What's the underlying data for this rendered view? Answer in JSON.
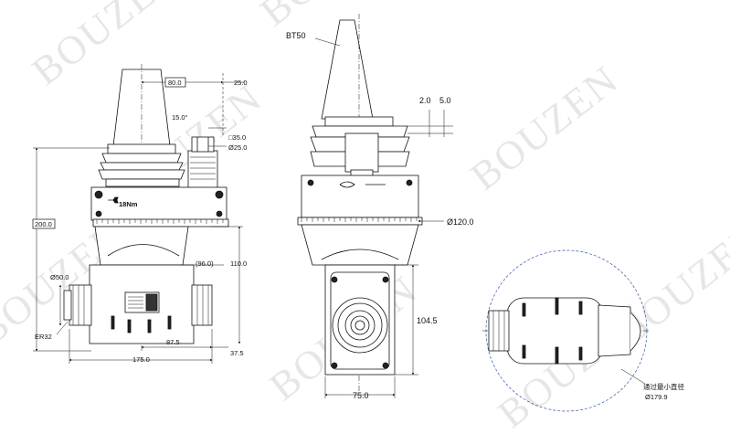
{
  "watermark": {
    "text": "BOUZEN"
  },
  "side_view": {
    "dims": {
      "d80": "80.0",
      "d25": "25.0",
      "angle": "15.0°",
      "sq35": "□35.0",
      "dia25": "Ø25.0",
      "torque": "18Nm",
      "h200": "200.0",
      "h110": "110.0",
      "d96": "(96.0)",
      "dia50": "Ø50.0",
      "er": "ER32",
      "d87": "87.5",
      "d37": "37.5",
      "w175": "175.0"
    }
  },
  "front_view": {
    "dims": {
      "taper": "BT50",
      "d2": "2.0",
      "d5": "5.0",
      "dia120": "Ø120.0",
      "h104": "104.5",
      "w75": "75.0"
    }
  },
  "bottom_view": {
    "note": "通过最小直径",
    "dia179": "Ø179.9"
  }
}
